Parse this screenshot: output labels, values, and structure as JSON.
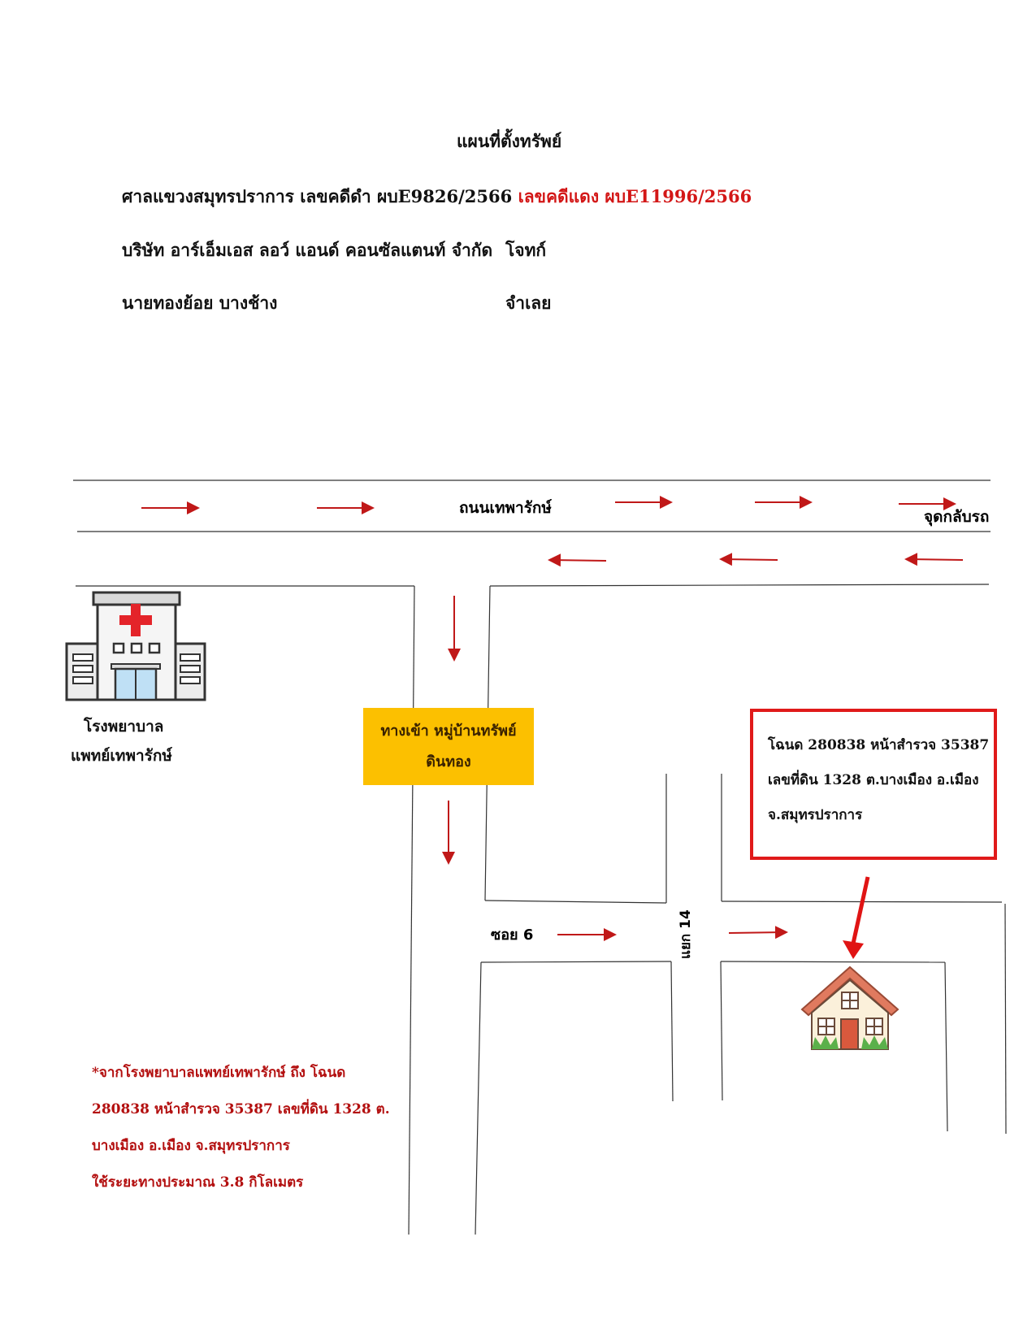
{
  "header": {
    "title": "แผนที่ตั้งทรัพย์",
    "court_line": {
      "court_and_black_case": "ศาลแขวงสมุทรปราการ เลขคดีดำ ผบE9826/2566",
      "red_case": "เลขคดีแดง ผบE11996/2566"
    },
    "plaintiff": {
      "name": "บริษัท อาร์เอ็มเอส ลอว์ แอนด์ คอนซัลแตนท์ จำกัด",
      "role": "โจทก์"
    },
    "defendant": {
      "name": "นายทองย้อย บางช้าง",
      "role": "จำเลย"
    }
  },
  "map": {
    "main_road": "ถนนเทพารักษ์",
    "u_turn": "จุดกลับรถ",
    "hospital": {
      "line1": "โรงพยาบาล",
      "line2": "แพทย์เทพารักษ์",
      "icon": "hospital-icon"
    },
    "entrance": {
      "line1": "ทางเข้า หมู่บ้านทรัพย์",
      "line2": "ดินทอง"
    },
    "soi": "ซอย 6",
    "branch": "แยก 14",
    "deed": {
      "line1": "โฉนด 280838 หน้าสำรวจ 35387",
      "line2": "เลขที่ดิน 1328 ต.บางเมือง อ.เมือง",
      "line3": "จ.สมุทรปราการ"
    },
    "house_icon": "house-icon",
    "note": {
      "line1": "*จากโรงพยาบาลแพทย์เทพารักษ์ ถึง โฉนด",
      "line2": "280838 หน้าสำรวจ 35387 เลขที่ดิน 1328 ต.",
      "line3": "บางเมือง อ.เมือง  จ.สมุทรปราการ",
      "line4": "ใช้ระยะทางประมาณ 3.8 กิโลเมตร"
    },
    "colors": {
      "arrow": "#c01818",
      "highlight_box": "#fcc000",
      "deed_border": "#e01a1a",
      "note_text": "#b30f0f"
    }
  }
}
